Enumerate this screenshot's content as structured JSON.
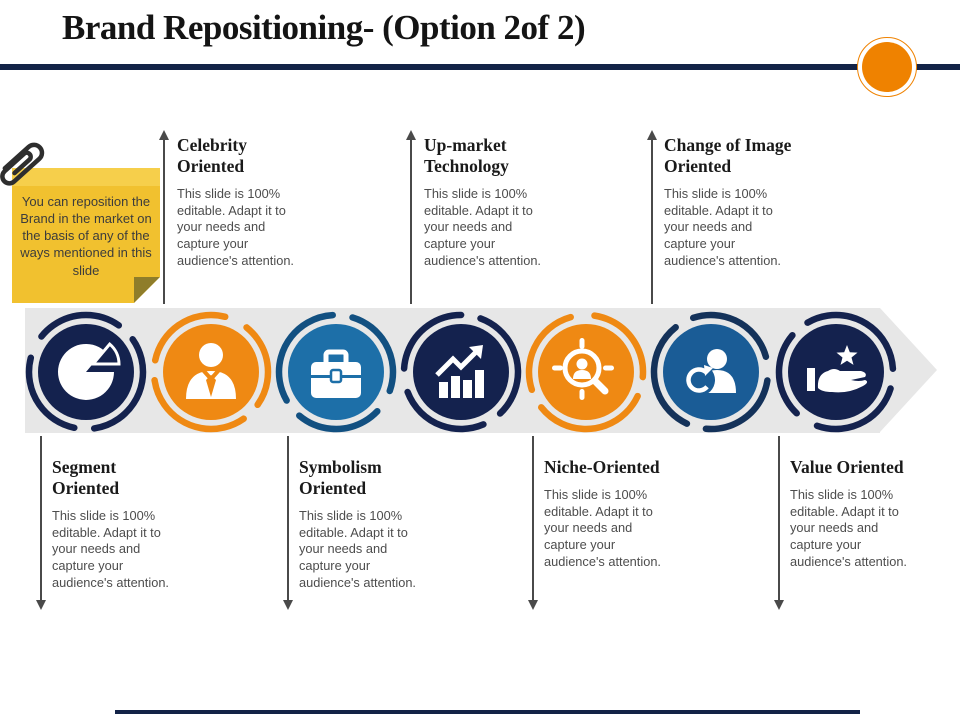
{
  "title": "Brand Repositioning- (Option 2of 2)",
  "colors": {
    "navy": "#132347",
    "dark_navy_circle": "#14224E",
    "orange": "#EF8913",
    "accent_orange": "#EF8200",
    "medium_blue": "#1D6FA8",
    "steel_blue": "#1A5C96",
    "band_gray": "#E7E7E7",
    "note_yellow": "#F1C12F",
    "note_strip_yellow": "#F6CF4B",
    "note_fold_olive": "#8F7D2A",
    "body_text_gray": "#4d4d4d"
  },
  "sticky_note": {
    "icon": "paperclip-icon",
    "text": "You can reposition the Brand in the market on the basis of any of the ways mentioned in this slide"
  },
  "top_items": [
    {
      "title": "Celebrity Oriented",
      "body": "This slide is 100% editable. Adapt it to your needs and capture your audience's attention."
    },
    {
      "title": "Up-market Technology",
      "body": "This slide is 100% editable. Adapt it to your needs and capture your audience's attention."
    },
    {
      "title": "Change of Image Oriented",
      "body": "This slide is 100% editable. Adapt it to your needs and capture your audience's attention."
    }
  ],
  "bottom_items": [
    {
      "title": "Segment Oriented",
      "body": "This slide is 100% editable. Adapt it to your needs and capture your audience's attention."
    },
    {
      "title": "Symbolism Oriented",
      "body": "This slide is 100% editable. Adapt it to your needs and capture your audience's attention."
    },
    {
      "title": "Niche-Oriented",
      "body": "This slide is 100% editable. Adapt it to your needs and capture your audience's attention."
    },
    {
      "title": "Value Oriented",
      "body": "This slide is 100% editable. Adapt it to your needs and capture your audience's attention."
    }
  ],
  "steps": [
    {
      "icon": "pie-chart-icon",
      "color": "#14224E"
    },
    {
      "icon": "businessman-icon",
      "color": "#EF8913"
    },
    {
      "icon": "briefcase-icon",
      "color": "#1D6FA8"
    },
    {
      "icon": "growth-chart-icon",
      "color": "#14224E"
    },
    {
      "icon": "audience-search-icon",
      "color": "#EF8913"
    },
    {
      "icon": "customer-refresh-icon",
      "color": "#1A5C96"
    },
    {
      "icon": "hand-star-icon",
      "color": "#14224E"
    }
  ]
}
